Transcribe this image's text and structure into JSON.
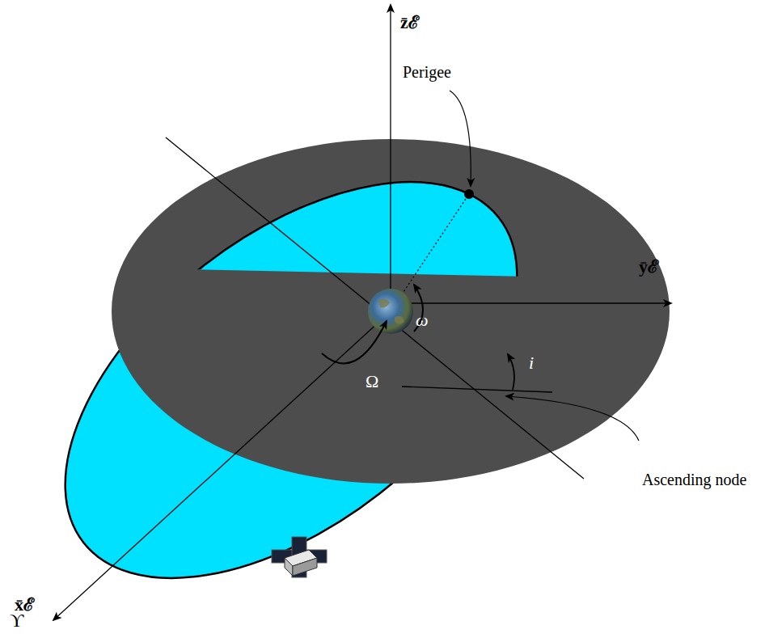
{
  "diagram": {
    "labels": [
      "z̄ℰ",
      "Perigee",
      "ȳℰ",
      "ω",
      "Ω",
      "i",
      "Ascending node",
      "x̄ℰ",
      "ϒ"
    ]
  }
}
